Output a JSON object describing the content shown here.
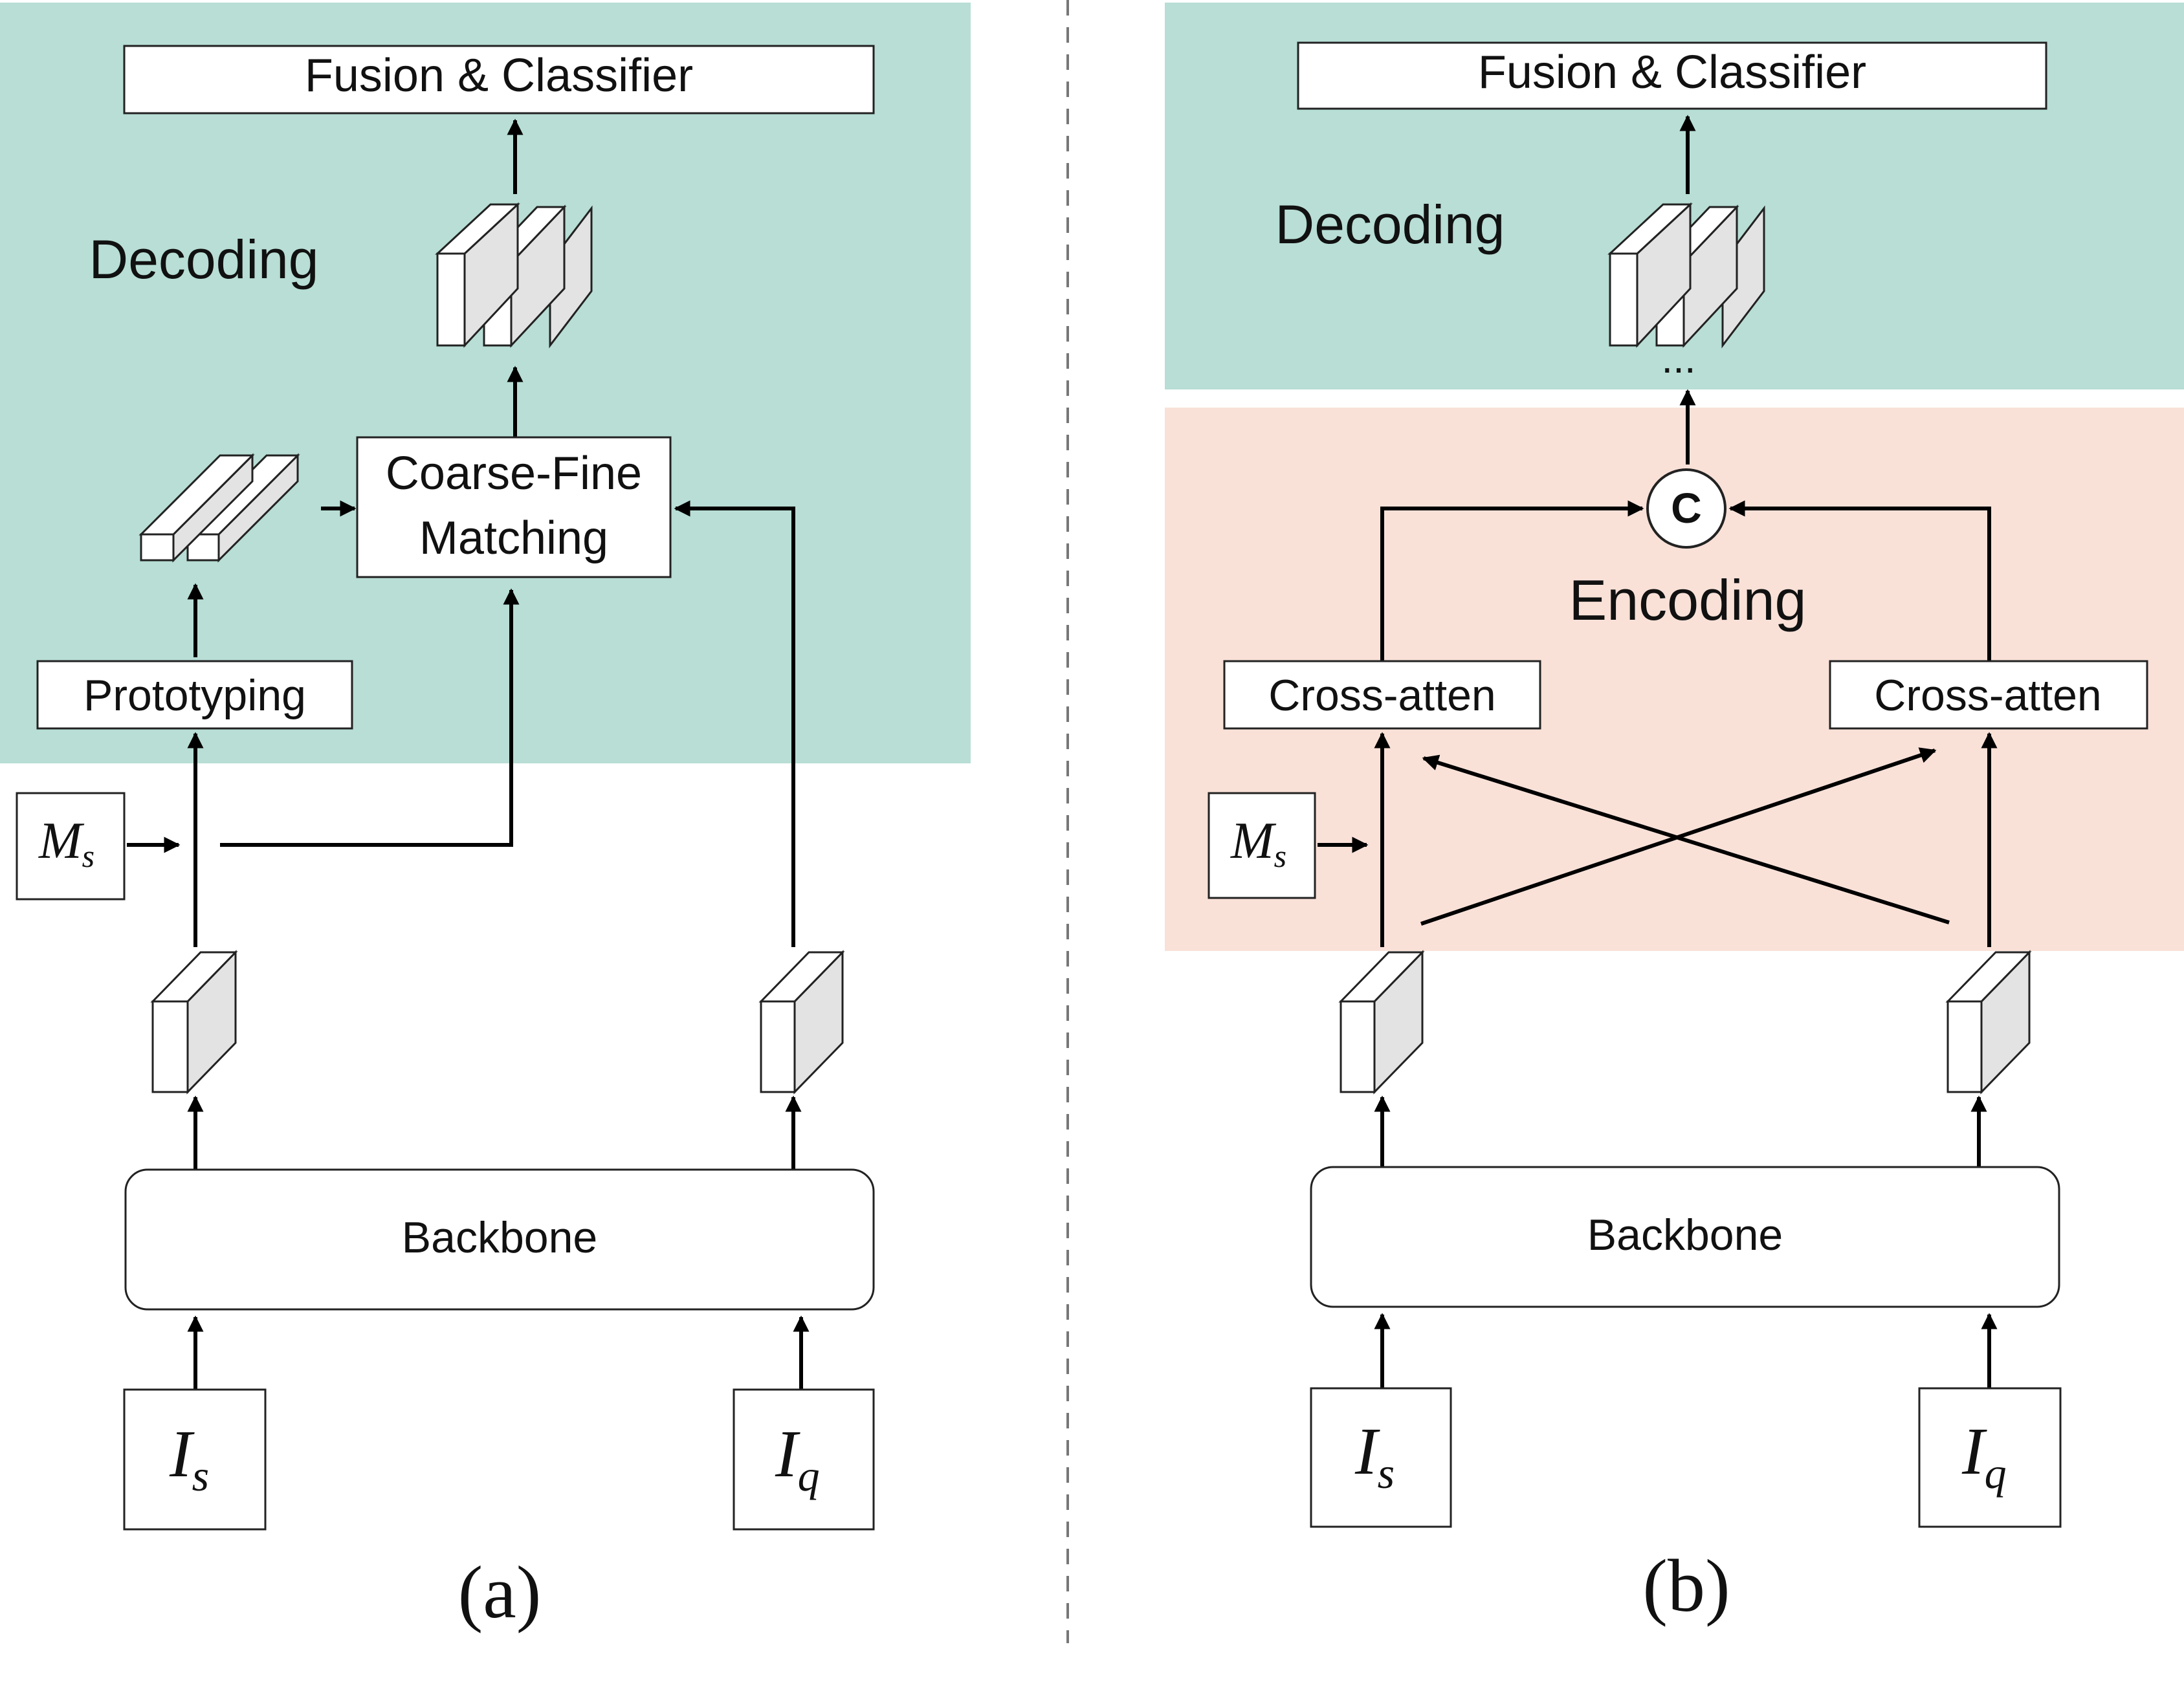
{
  "colors": {
    "decoding_bg": "#b8ded5",
    "encoding_bg": "#f9e1d8",
    "arrow": "#000000",
    "divider": "#777777",
    "block_side": "#e3e3e3"
  },
  "panel_a": {
    "fusion": "Fusion & Classifier",
    "decoding": "Decoding",
    "matching_line1": "Coarse-Fine",
    "matching_line2": "Matching",
    "prototyping": "Prototyping",
    "mask": "M",
    "mask_sub": "s",
    "backbone": "Backbone",
    "support": "I",
    "support_sub": "s",
    "query": "I",
    "query_sub": "q",
    "caption": "(a)"
  },
  "panel_b": {
    "fusion": "Fusion & Classifier",
    "decoding": "Decoding",
    "ellipsis": "...",
    "concat": "C",
    "encoding": "Encoding",
    "cross_left": "Cross-atten",
    "cross_right": "Cross-atten",
    "mask": "M",
    "mask_sub": "s",
    "backbone": "Backbone",
    "support": "I",
    "support_sub": "s",
    "query": "I",
    "query_sub": "q",
    "caption": "(b)"
  },
  "icons": [
    "arrow-head",
    "feature-map-block",
    "stacked-feature-maps",
    "prototype-vectors",
    "concat-circle"
  ]
}
